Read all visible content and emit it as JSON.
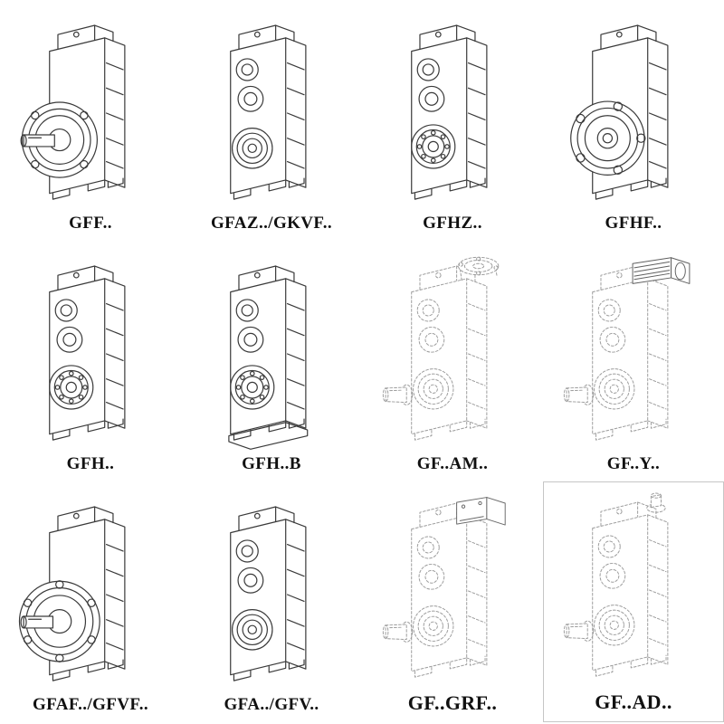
{
  "colors": {
    "background": "#ffffff",
    "solid_line": "#3a3a3a",
    "dashed_line": "#9b9b9b",
    "label_color": "#111111"
  },
  "items": [
    {
      "label": "GFF..",
      "variant": "flange-output",
      "line_style": "solid"
    },
    {
      "label": "GFAZ../GKVF..",
      "variant": "hollow-shaft",
      "line_style": "solid"
    },
    {
      "label": "GFHZ..",
      "variant": "bearing-front",
      "line_style": "solid"
    },
    {
      "label": "GFHF..",
      "variant": "flange-hollow",
      "line_style": "solid"
    },
    {
      "label": "GFH..",
      "variant": "bearing-front",
      "line_style": "solid"
    },
    {
      "label": "GFH..B",
      "variant": "bearing-front-foot",
      "line_style": "solid"
    },
    {
      "label": "GF..AM..",
      "variant": "input-flange-top",
      "line_style": "dashed"
    },
    {
      "label": "GF..Y..",
      "variant": "motor-top",
      "line_style": "dashed"
    },
    {
      "label": "GFAF../GFVF..",
      "variant": "flange-output-large",
      "line_style": "solid"
    },
    {
      "label": "GFA../GFV..",
      "variant": "hollow-shaft",
      "line_style": "solid"
    },
    {
      "label": "GF..GRF..",
      "variant": "adapter-top",
      "line_style": "dashed"
    },
    {
      "label": "GF..AD..",
      "variant": "input-shaft-top",
      "line_style": "dashed"
    }
  ]
}
